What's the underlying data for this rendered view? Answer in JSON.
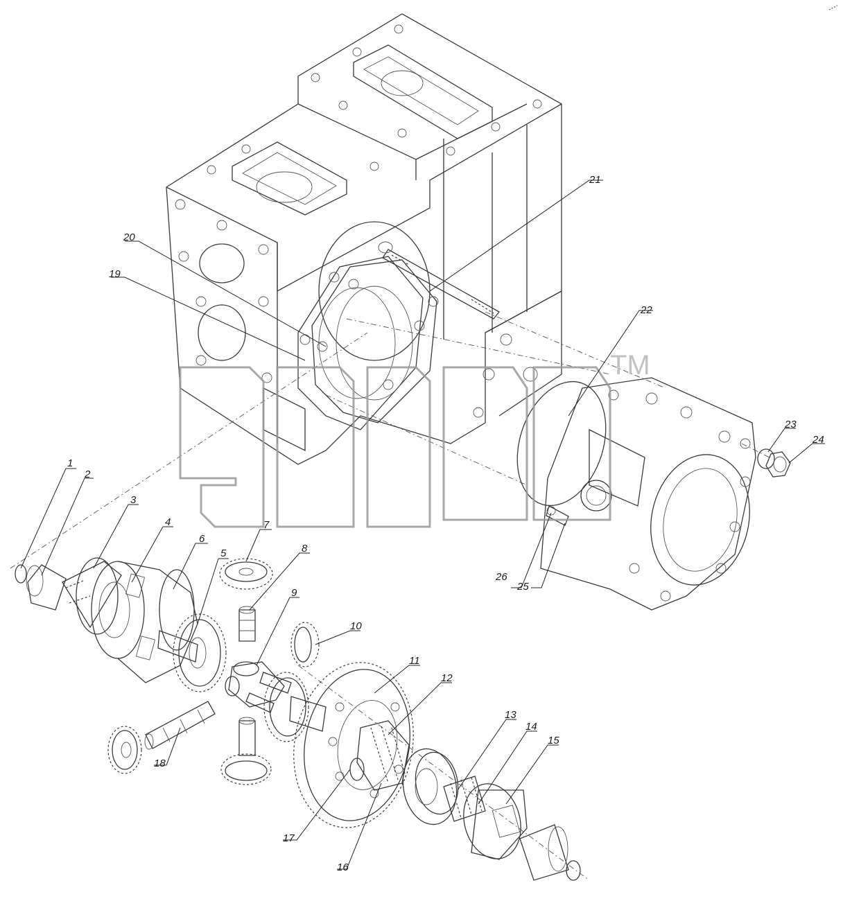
{
  "diagram": {
    "watermark": {
      "text": "ЗЛЕВ",
      "trademark": "TM"
    },
    "callouts": [
      {
        "id": "1",
        "label": "1"
      },
      {
        "id": "2",
        "label": "2"
      },
      {
        "id": "3",
        "label": "3"
      },
      {
        "id": "4",
        "label": "4"
      },
      {
        "id": "5",
        "label": "5"
      },
      {
        "id": "6",
        "label": "6"
      },
      {
        "id": "7",
        "label": "7"
      },
      {
        "id": "8",
        "label": "8"
      },
      {
        "id": "9",
        "label": "9"
      },
      {
        "id": "10",
        "label": "10"
      },
      {
        "id": "11",
        "label": "11"
      },
      {
        "id": "12",
        "label": "12"
      },
      {
        "id": "13",
        "label": "13"
      },
      {
        "id": "14",
        "label": "14"
      },
      {
        "id": "15",
        "label": "15"
      },
      {
        "id": "16",
        "label": "16"
      },
      {
        "id": "17",
        "label": "17"
      },
      {
        "id": "18",
        "label": "18"
      },
      {
        "id": "19",
        "label": "19"
      },
      {
        "id": "20",
        "label": "20"
      },
      {
        "id": "21",
        "label": "21"
      },
      {
        "id": "22",
        "label": "22"
      },
      {
        "id": "23",
        "label": "23"
      },
      {
        "id": "24",
        "label": "24"
      },
      {
        "id": "25",
        "label": "25"
      },
      {
        "id": "26",
        "label": "26"
      }
    ]
  }
}
